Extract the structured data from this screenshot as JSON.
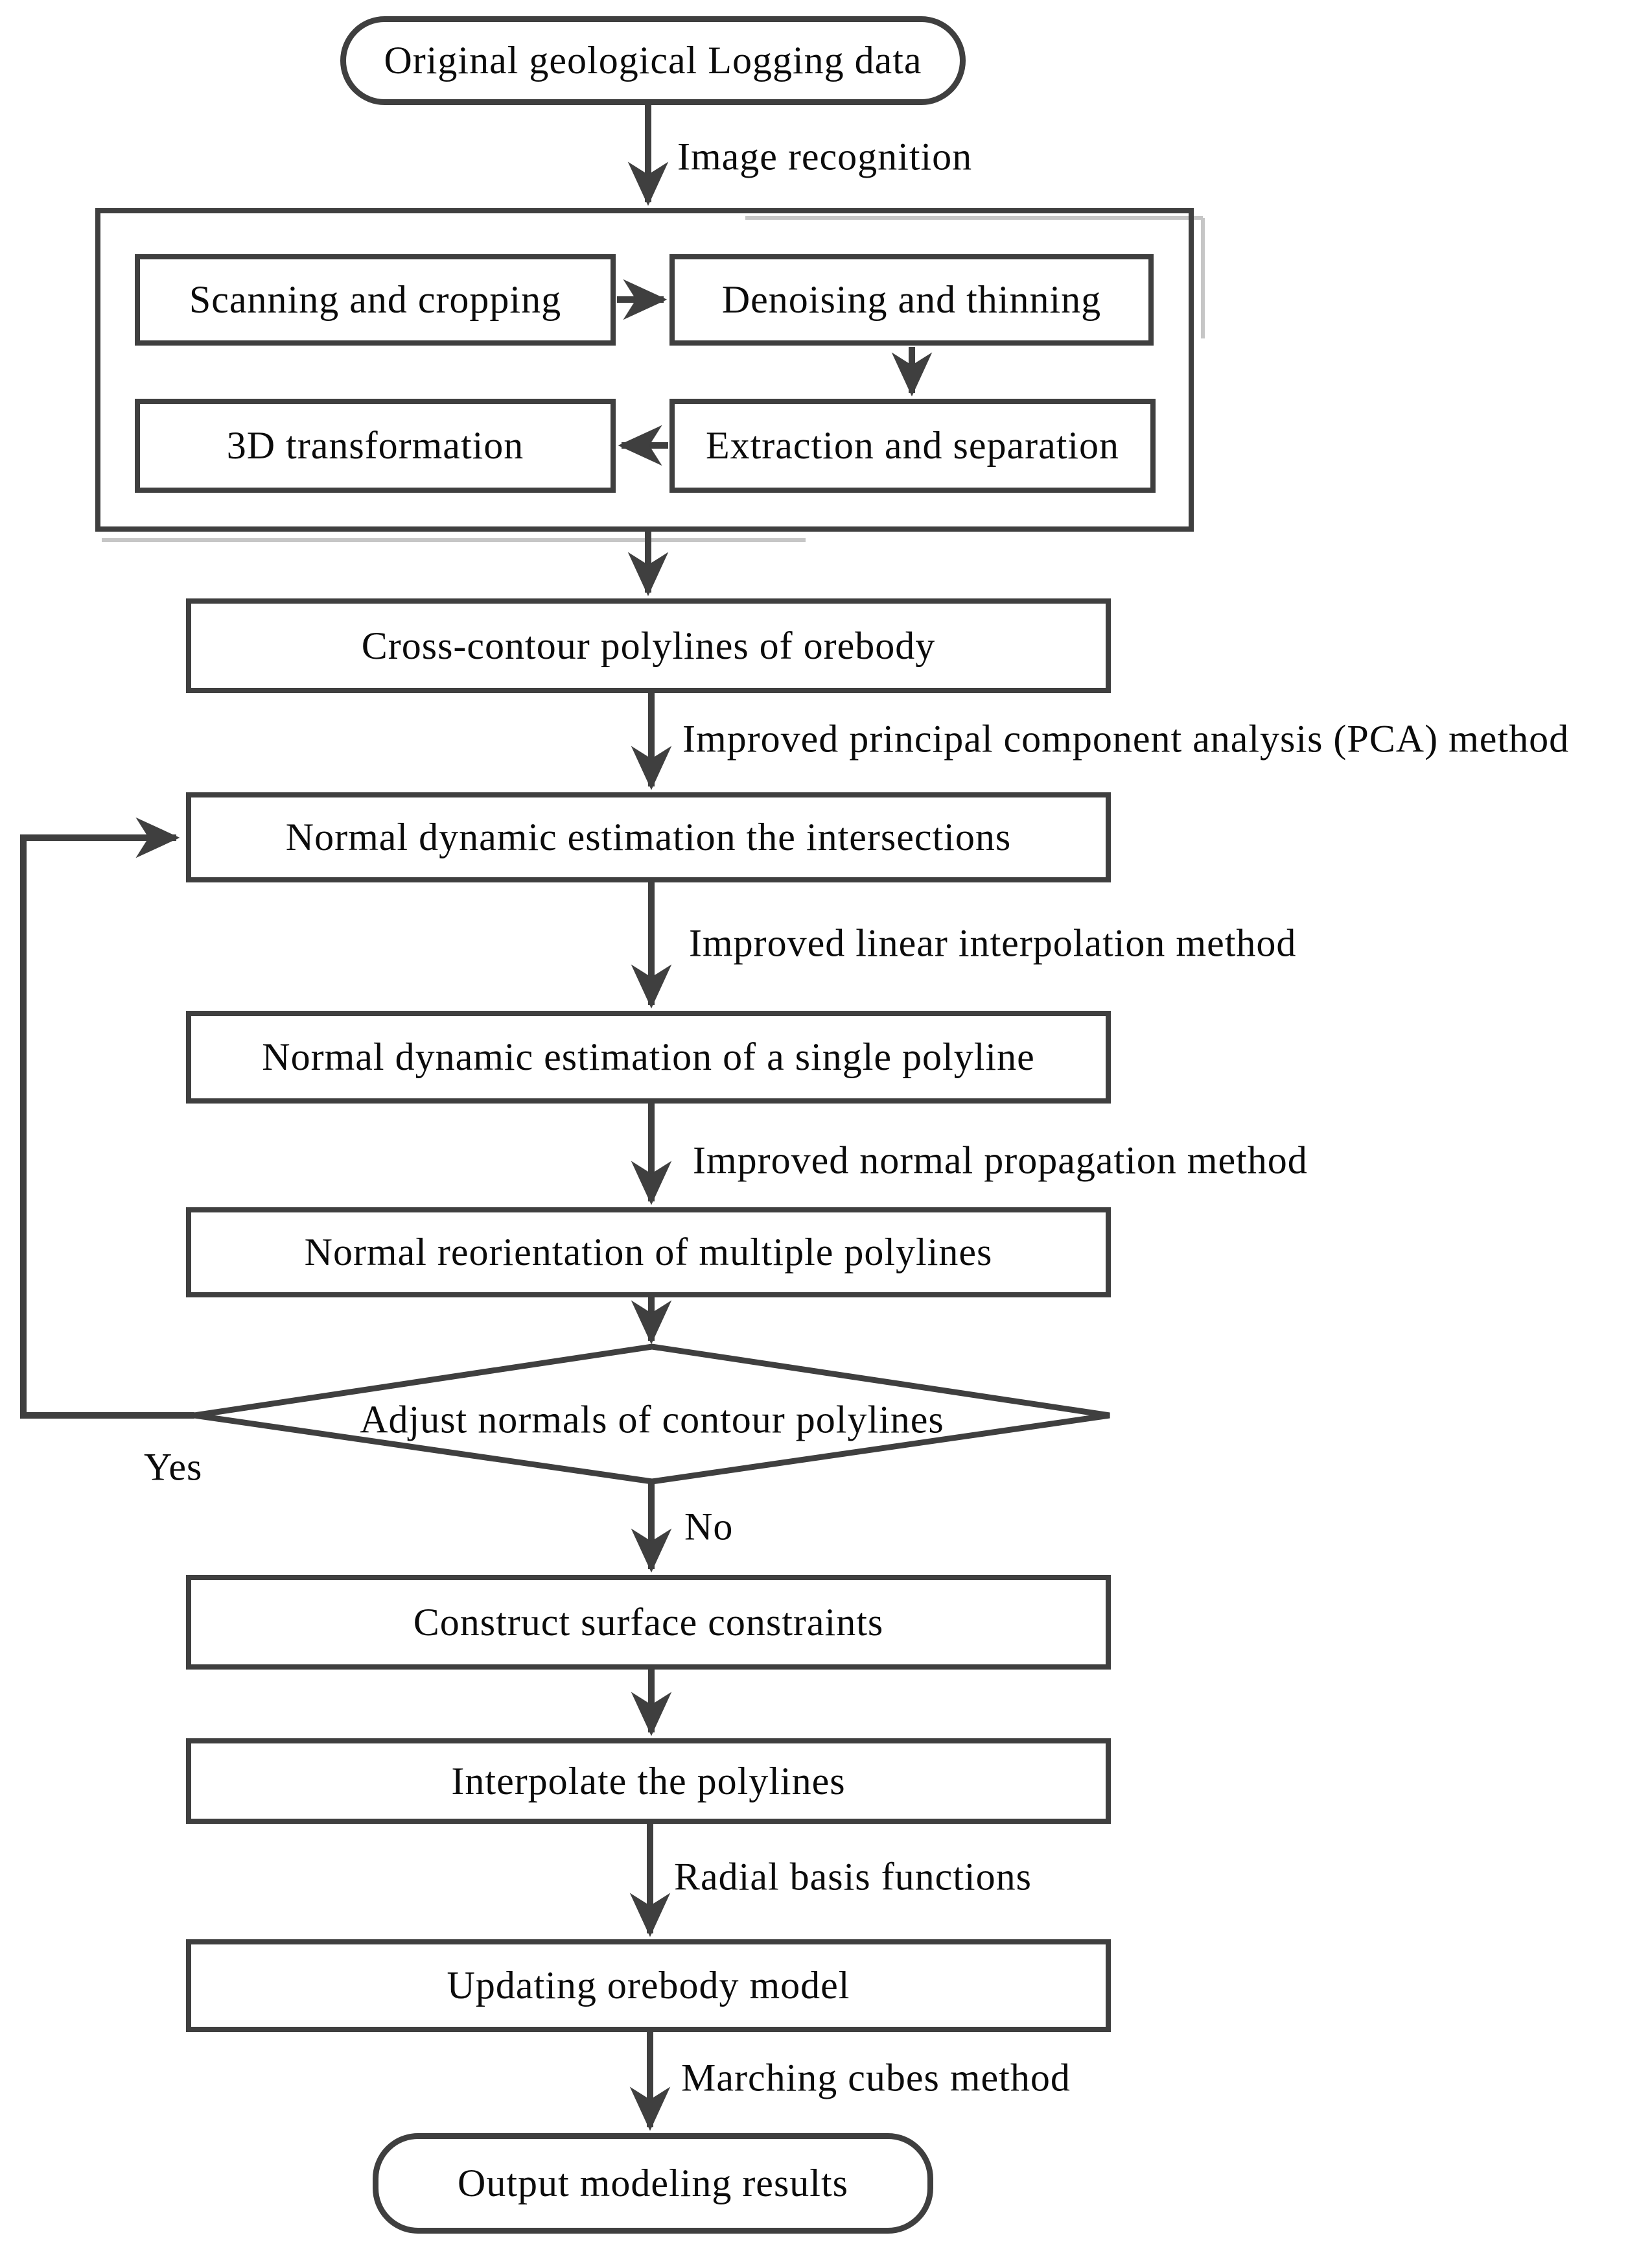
{
  "figure": {
    "type": "flowchart",
    "title_hint": "Orebody modeling workflow from geological logging data"
  },
  "colors": {
    "ink": "#3f3f3f",
    "text": "#0b0b0b",
    "background": "#ffffff",
    "scan_shadow": "#c6c6c6"
  },
  "nodes": {
    "start": {
      "label": "Original geological Logging data",
      "shape": "terminal"
    },
    "scanning": {
      "label": "Scanning and cropping",
      "shape": "process"
    },
    "denoising": {
      "label": "Denoising and thinning",
      "shape": "process"
    },
    "transformation": {
      "label": "3D transformation",
      "shape": "process"
    },
    "extraction": {
      "label": "Extraction and separation",
      "shape": "process"
    },
    "cross_contour": {
      "label": "Cross-contour polylines of orebody",
      "shape": "process"
    },
    "intersections": {
      "label": "Normal dynamic estimation the intersections",
      "shape": "process"
    },
    "single_polyline": {
      "label": "Normal dynamic estimation of a single polyline",
      "shape": "process"
    },
    "reorientation": {
      "label": "Normal reorientation of multiple polylines",
      "shape": "process"
    },
    "decision": {
      "label": "Adjust normals of contour polylines",
      "shape": "decision"
    },
    "construct": {
      "label": "Construct surface constraints",
      "shape": "process"
    },
    "interpolate": {
      "label": "Interpolate the polylines",
      "shape": "process"
    },
    "updating": {
      "label": "Updating orebody model",
      "shape": "process"
    },
    "output": {
      "label": "Output modeling results",
      "shape": "terminal"
    }
  },
  "edge_labels": {
    "image_recognition": "Image recognition",
    "pca": "Improved principal component analysis (PCA) method",
    "linear_interpolation": "Improved linear interpolation method",
    "normal_propagation": "Improved normal propagation method",
    "radial_basis": "Radial basis functions",
    "marching_cubes": "Marching cubes method",
    "yes": "Yes",
    "no": "No"
  }
}
